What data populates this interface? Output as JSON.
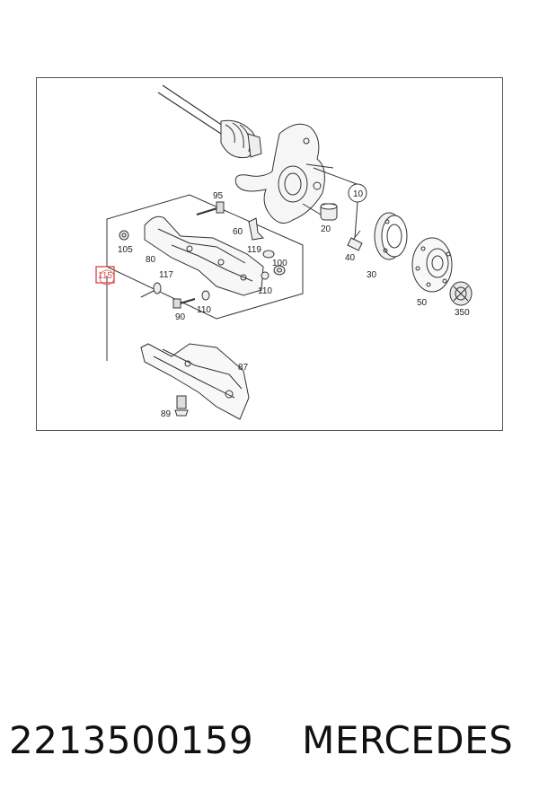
{
  "diagram": {
    "labels": {
      "l95": "95",
      "l60": "60",
      "l20": "20",
      "l10": "10",
      "l105": "105",
      "l119": "119",
      "l100": "100",
      "l40": "40",
      "l30": "30",
      "l80": "80",
      "l115": "115",
      "l117": "117",
      "l110a": "110",
      "l110b": "110",
      "l90": "90",
      "l50": "50",
      "l350": "350",
      "l87": "87",
      "l89": "89"
    },
    "highlight_color": "#d9534f",
    "line_color": "#333333"
  },
  "footer": {
    "part_number": "2213500159",
    "brand": "MERCEDES"
  }
}
